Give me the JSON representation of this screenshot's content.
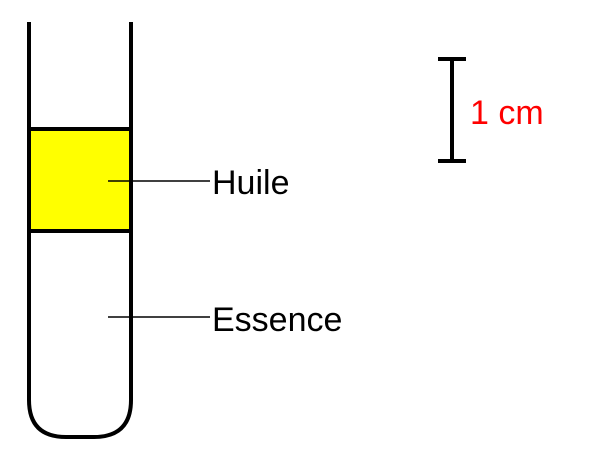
{
  "labels": {
    "oil": "Huile",
    "gasoline": "Essence",
    "scale": "1 cm"
  },
  "colors": {
    "oil_fill": "#ffff00",
    "outline": "#000000",
    "scale_text": "#ff0000"
  }
}
